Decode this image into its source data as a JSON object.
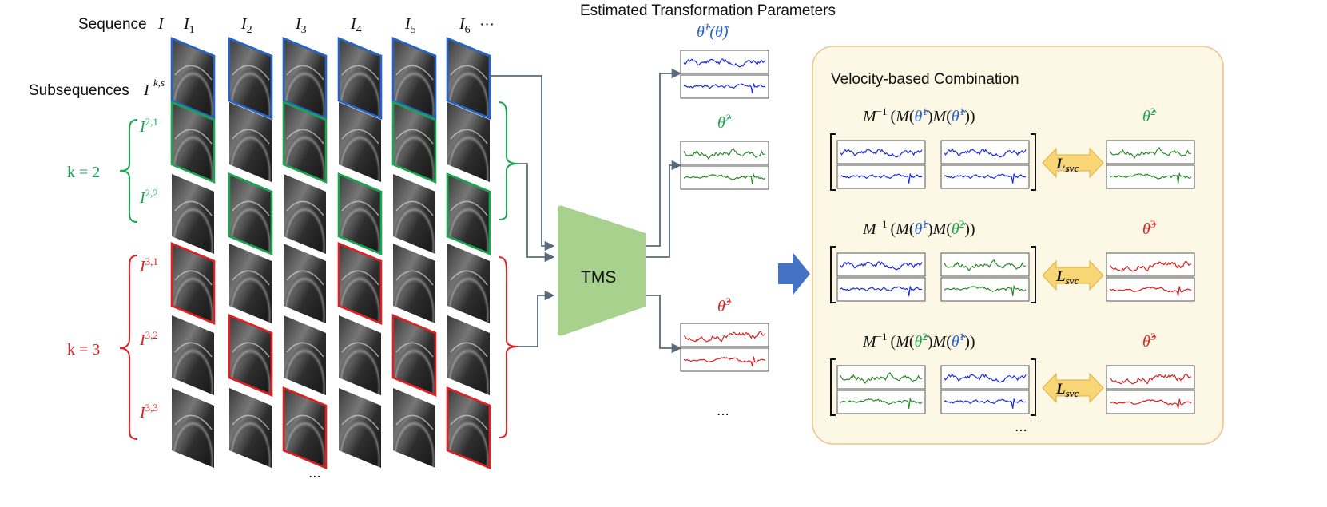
{
  "colors": {
    "blue": "#2464c8",
    "green": "#1aa650",
    "red": "#e02020",
    "tms": "#a9d18e",
    "panel_bg": "#fdf8e6",
    "panel_border": "#f2c48a",
    "arrow": "#596b7a",
    "plot_blue": "#1a2ee8",
    "plot_green": "#2a8a2a",
    "plot_red": "#e02020",
    "lsvc": "#f8d676"
  },
  "labels": {
    "sequence": "Sequence",
    "sequence_sym": "I",
    "subsequences": "Subsequences",
    "subseq_sym": "I",
    "subseq_sup": "k,s",
    "frames": [
      "I",
      "I",
      "I",
      "I",
      "I",
      "I"
    ],
    "frame_subs": [
      "1",
      "2",
      "3",
      "4",
      "5",
      "6"
    ],
    "frames_more": "···",
    "k2": "k = 2",
    "k3": "k = 3",
    "sub_base": "I",
    "sub_21": "2,1",
    "sub_22": "2,2",
    "sub_31": "3,1",
    "sub_32": "3,2",
    "sub_33": "3,3",
    "bottom_more": "...",
    "tms": "TMS",
    "estimated": "Estimated Transformation Parameters",
    "theta_hat": "θ̂",
    "theta1_sup": "1",
    "theta1_paren": "(θ̂)",
    "theta2_sup": "2",
    "theta3_sup": "3",
    "params_more": "...",
    "velocity_title": "Velocity-based Combination",
    "minv": "M",
    "minv_sup": "−1",
    "m": "M",
    "lsvc": "L",
    "lsvc_sub": "svc",
    "panel_more": "..."
  },
  "grid_borders": [
    [
      "blue",
      "blue",
      "blue",
      "blue",
      "blue",
      "blue"
    ],
    [
      "green",
      "none",
      "green",
      "none",
      "green",
      "none"
    ],
    [
      "none",
      "green",
      "none",
      "green",
      "none",
      "green"
    ],
    [
      "red",
      "none",
      "none",
      "red",
      "none",
      "none"
    ],
    [
      "none",
      "red",
      "none",
      "none",
      "red",
      "none"
    ],
    [
      "none",
      "none",
      "red",
      "none",
      "none",
      "red"
    ]
  ],
  "combination_rows": [
    {
      "first": "1",
      "second": "1",
      "first_color": "blue",
      "second_color": "blue",
      "target": "2",
      "target_color": "green"
    },
    {
      "first": "1",
      "second": "2",
      "first_color": "blue",
      "second_color": "green",
      "target": "3",
      "target_color": "red"
    },
    {
      "first": "2",
      "second": "1",
      "first_color": "green",
      "second_color": "blue",
      "target": "3",
      "target_color": "red"
    }
  ]
}
